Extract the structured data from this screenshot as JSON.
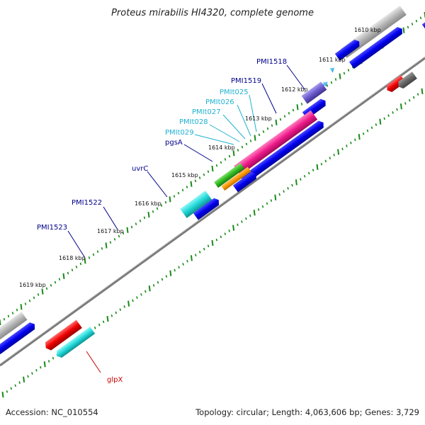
{
  "title": "Proteus mirabilis HI4320, complete genome",
  "footer": {
    "accession": "Accession: NC_010554",
    "summary": "Topology: circular; Length: 4,063,606 bp; Genes: 3,729"
  },
  "colors": {
    "backbone": "#808080",
    "tick": "#1a8a1a",
    "label_dark": "#00008b",
    "label_light": "#20b2d0",
    "label_red": "#cc0000",
    "cds_forward": "#0000ee",
    "cds_other": "#b0b0b0"
  },
  "ticks": [
    {
      "label": "1610 kbp"
    },
    {
      "label": "1611 kbp"
    },
    {
      "label": "1612 kbp"
    },
    {
      "label": "1613 kbp"
    },
    {
      "label": "1614 kbp"
    },
    {
      "label": "1615 kbp"
    },
    {
      "label": "1616 kbp"
    },
    {
      "label": "1617 kbp"
    },
    {
      "label": "1618 kbp"
    },
    {
      "label": "1619 kbp"
    }
  ],
  "gene_labels": [
    {
      "name": "PMI1518",
      "color": "dark"
    },
    {
      "name": "PMI1519",
      "color": "dark"
    },
    {
      "name": "PMIt025",
      "color": "light"
    },
    {
      "name": "PMIt026",
      "color": "light"
    },
    {
      "name": "PMIt027",
      "color": "light"
    },
    {
      "name": "PMIt028",
      "color": "light"
    },
    {
      "name": "PMIt029",
      "color": "light"
    },
    {
      "name": "pgsA",
      "color": "dark"
    },
    {
      "name": "uvrC",
      "color": "dark"
    },
    {
      "name": "PMI1522",
      "color": "dark"
    },
    {
      "name": "PMI1523",
      "color": "dark"
    },
    {
      "name": "glpX",
      "color": "red"
    }
  ]
}
